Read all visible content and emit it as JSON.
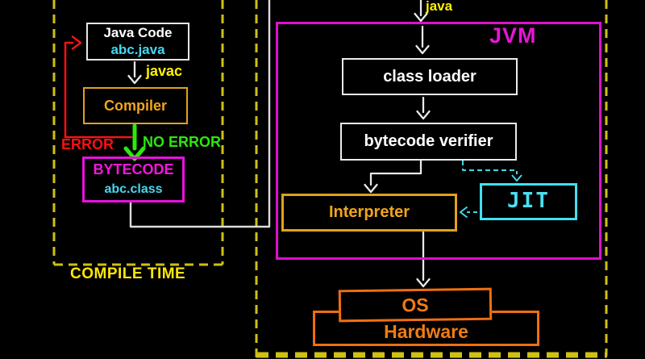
{
  "colors": {
    "background": "#000000",
    "box_white": "#e8e8e8",
    "text_white": "#ffffff",
    "yellow_text": "#fff200",
    "dashed_yellow_border": "#cfc013",
    "jvm_magenta": "#e613d6",
    "bytecode_magenta": "#f316dd",
    "cyan": "#45d7f0",
    "jit_cyan": "#4ae0f0",
    "compiler_orange": "#f0a51d",
    "os_hardware_orange": "#f17c13",
    "error_red": "#fb1111",
    "no_error_green": "#2ce80c"
  },
  "compile_time": {
    "caption": "COMPILE TIME",
    "java_code_title": "Java Code",
    "java_code_file": "abc.java",
    "javac_label": "javac",
    "compiler_label": "Compiler",
    "error_label": "ERROR",
    "no_error_label": "NO ERROR",
    "bytecode_title": "BYTECODE",
    "bytecode_file": "abc.class"
  },
  "runtime": {
    "java_label": "java",
    "jvm_label": "JVM",
    "class_loader_label": "class loader",
    "bytecode_verifier_label": "bytecode verifier",
    "interpreter_label": "Interpreter",
    "jit_label": "JIT",
    "os_label": "OS",
    "hardware_label": "Hardware"
  }
}
